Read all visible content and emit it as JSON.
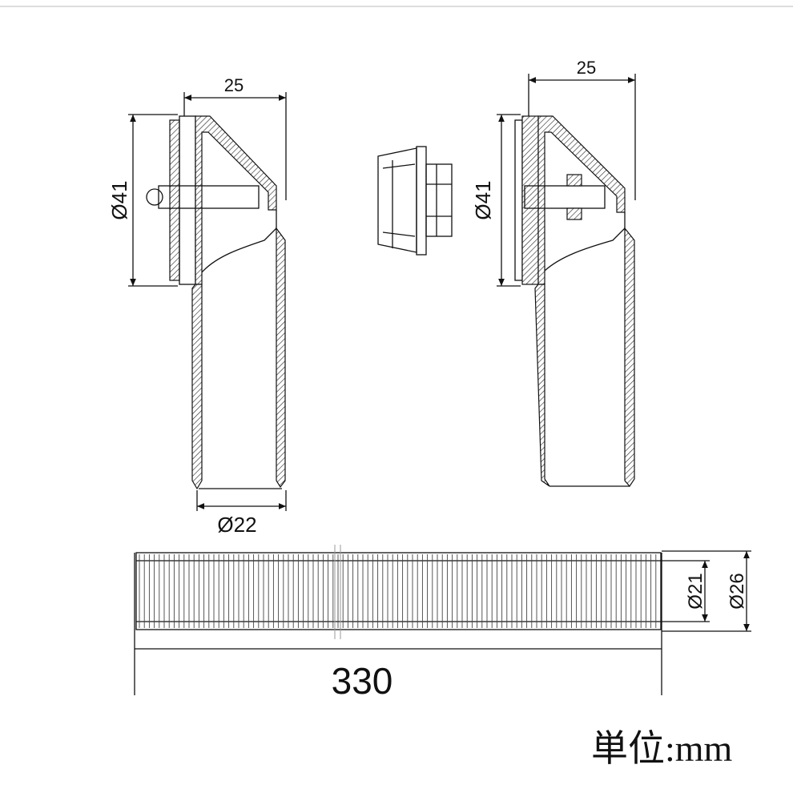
{
  "drawing": {
    "left_view": {
      "width_dim": "25",
      "diameter_dim": "Ø41",
      "outlet_dim": "Ø22"
    },
    "right_view": {
      "width_dim": "25",
      "diameter_dim": "Ø41"
    },
    "hose": {
      "length_dim": "330",
      "inner_dim": "Ø21",
      "outer_dim": "Ø26"
    },
    "unit_label": "単位:mm"
  }
}
